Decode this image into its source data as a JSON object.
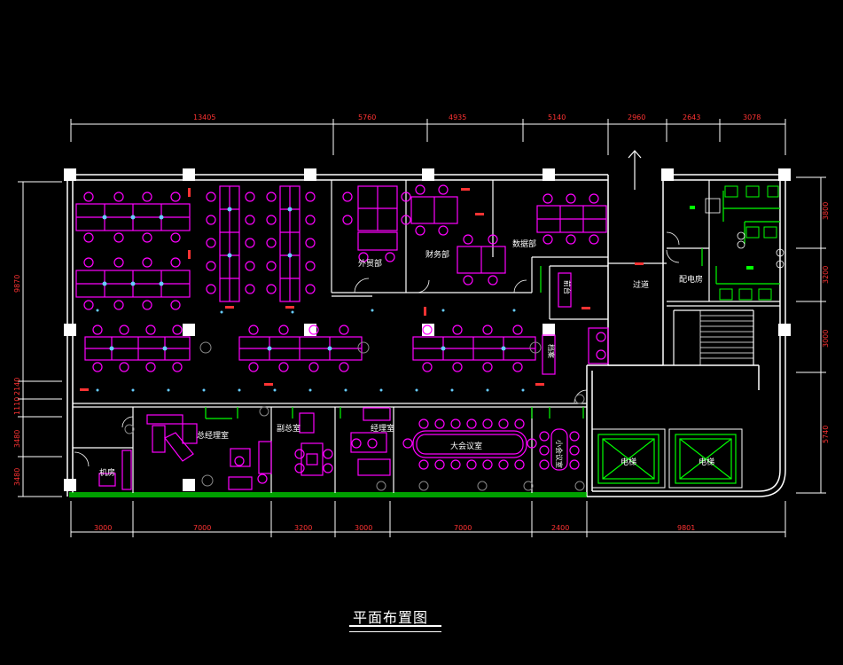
{
  "drawing": {
    "title": "平面布置图",
    "rooms": {
      "foreign_trade": "外贸部",
      "finance": "财务部",
      "data": "数据部",
      "corridor": "过道",
      "power_room": "配电房",
      "front_desk": "前台",
      "archives": "档案",
      "general_manager": "总经理室",
      "deputy_manager": "副总室",
      "manager": "经理室",
      "large_meeting": "大会议室",
      "small_meeting": "小会议室",
      "server_room": "机房",
      "elevator_1": "电梯",
      "elevator_2": "电梯"
    },
    "dims_top": [
      "13405",
      "5760",
      "4935",
      "5140",
      "2960",
      "2643",
      "3078"
    ],
    "dims_bottom": [
      "3000",
      "7000",
      "3200",
      "3000",
      "7000",
      "2400",
      "9801"
    ],
    "dims_left": [
      "9870",
      "2140",
      "1110",
      "3480",
      "3480"
    ],
    "dims_right": [
      "3800",
      "3200",
      "3000",
      "5740"
    ]
  },
  "colors": {
    "background": "#000000",
    "walls": "#ffffff",
    "furniture": "#ff00ff",
    "dimensions": "#ff3333",
    "partitions": "#00ff00",
    "lights": "#66ccff"
  }
}
